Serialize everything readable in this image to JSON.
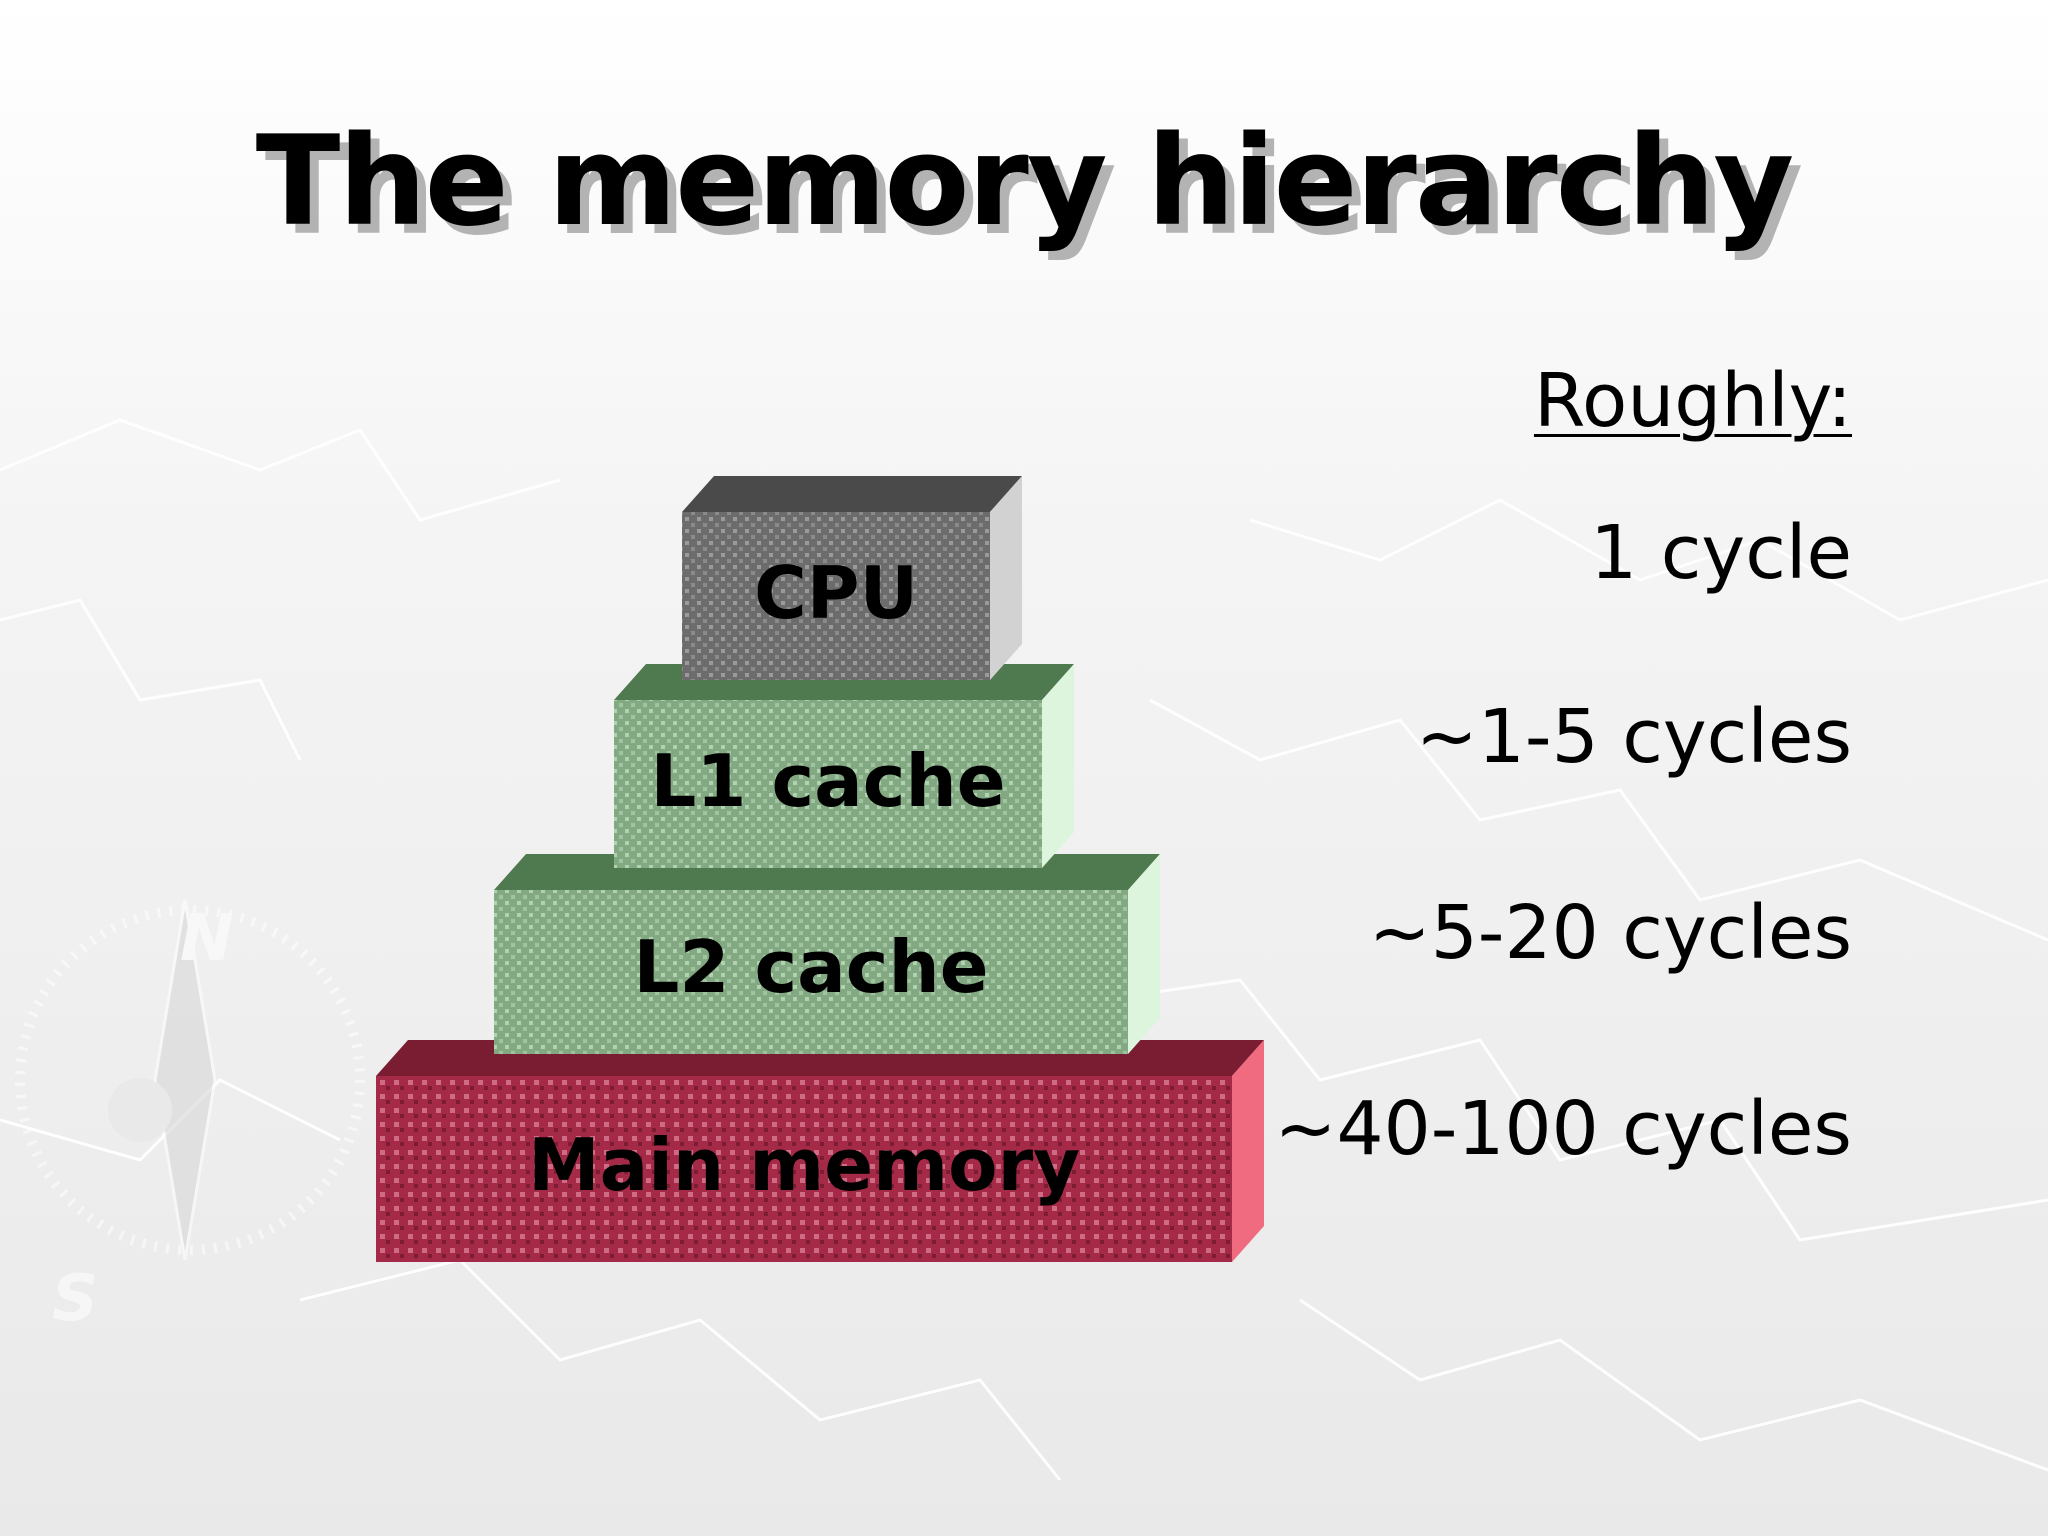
{
  "title": "The memory hierarchy",
  "hierarchy": [
    {
      "label": "CPU",
      "latency": "1 cycle"
    },
    {
      "label": "L1 cache",
      "latency": "~1-5 cycles"
    },
    {
      "label": "L2 cache",
      "latency": "~5-20 cycles"
    },
    {
      "label": "Main memory",
      "latency": "~40-100 cycles"
    }
  ],
  "latency_heading": "Roughly:",
  "compass_letters": [
    "N",
    "S"
  ],
  "colors": {
    "cpu": "#7a7a7a",
    "l1": "#8fb58f",
    "l2": "#9cc49c",
    "main": "#b0344f"
  }
}
